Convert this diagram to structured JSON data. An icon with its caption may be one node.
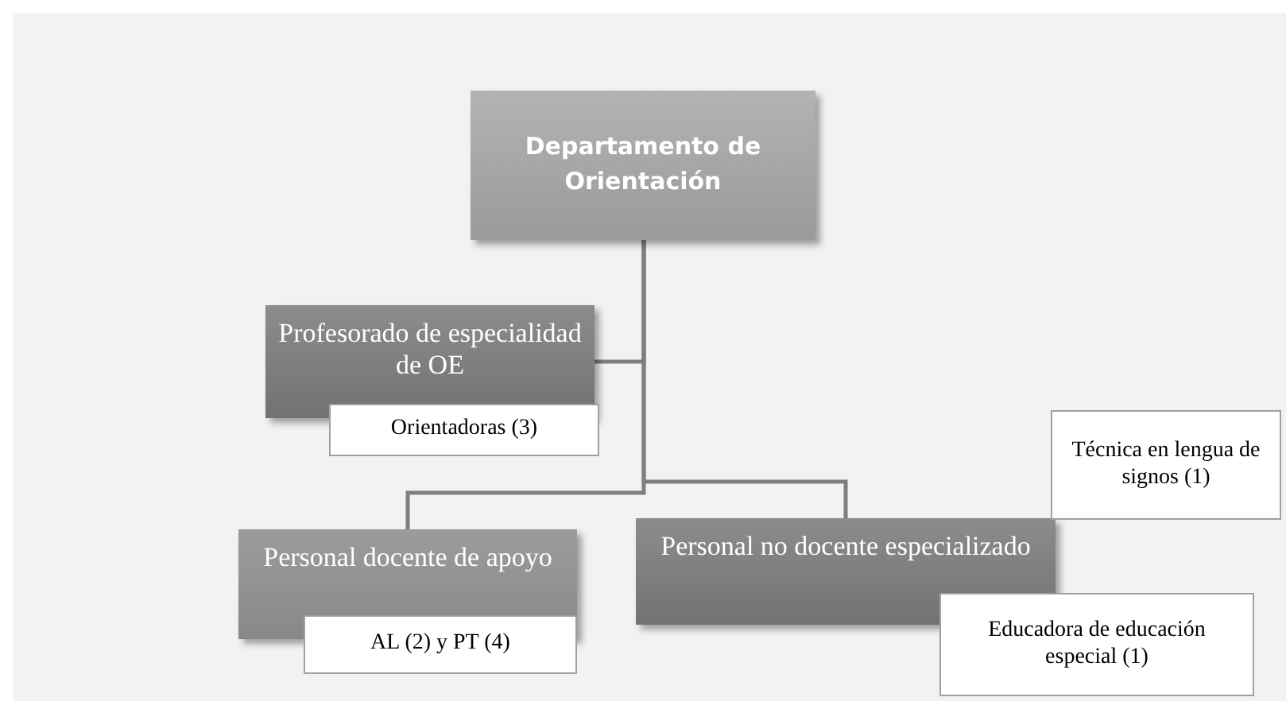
{
  "diagram": {
    "nodes": [
      {
        "text": [
          "Departamento de Orientación"
        ]
      },
      {
        "text": [
          "Profesorado de especialidad de OE"
        ]
      },
      {
        "text": [
          "Orientadoras (3)"
        ]
      },
      {
        "text": [
          "Personal docente de apoyo"
        ]
      },
      {
        "text": [
          "AL (2) y PT (4)"
        ]
      },
      {
        "text": [
          "Personal no docente especializado"
        ]
      },
      {
        "text": [
          "Técnica en lengua de signos (1)"
        ]
      },
      {
        "text": [
          "Educadora de educación especial (1)"
        ]
      }
    ],
    "edges": [
      {
        "from": 0,
        "to": 1,
        "arrow": "none"
      },
      {
        "from": 0,
        "to": 3,
        "arrow": "none"
      },
      {
        "from": 0,
        "to": 5,
        "arrow": "none"
      }
    ]
  }
}
